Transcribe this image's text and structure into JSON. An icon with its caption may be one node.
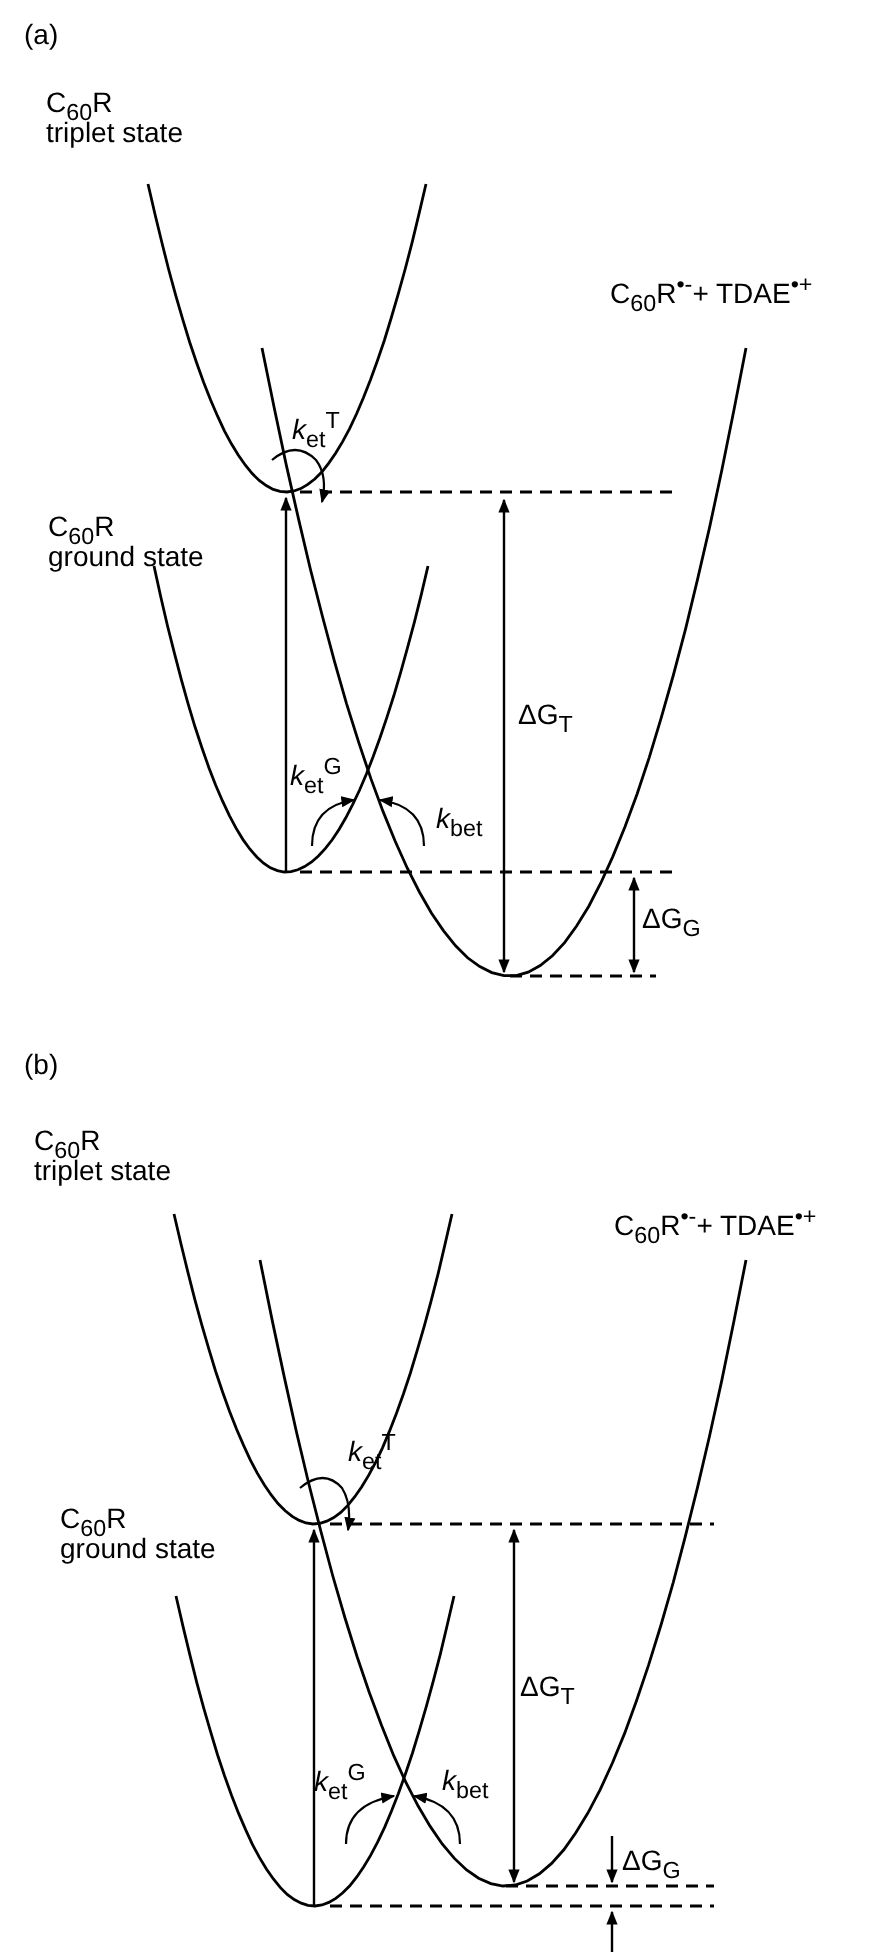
{
  "diagram": {
    "labels": [
      "(a)",
      "C$_{60}$R",
      "triplet state",
      "C$_{60}$R$^{•-}$+ TDAE$^{•+}$",
      "*k*$_{et}$$^{T}$",
      "C$_{60}$R",
      "ground state",
      "ΔG$_{T}$",
      "*k*$_{et}$$^{G}$",
      "*k*$_{bet}$",
      "ΔG$_{G}$",
      "(b)",
      "C$_{60}$R",
      "triplet state",
      "C$_{60}$R$^{•-}$+ TDAE$^{•+}$",
      "*k*$_{et}$$^{T}$",
      "C$_{60}$R",
      "ground state",
      "ΔG$_{T}$",
      "*k*$_{et}$$^{G}$",
      "*k*$_{bet}$",
      "ΔG$_{G}$"
    ]
  }
}
